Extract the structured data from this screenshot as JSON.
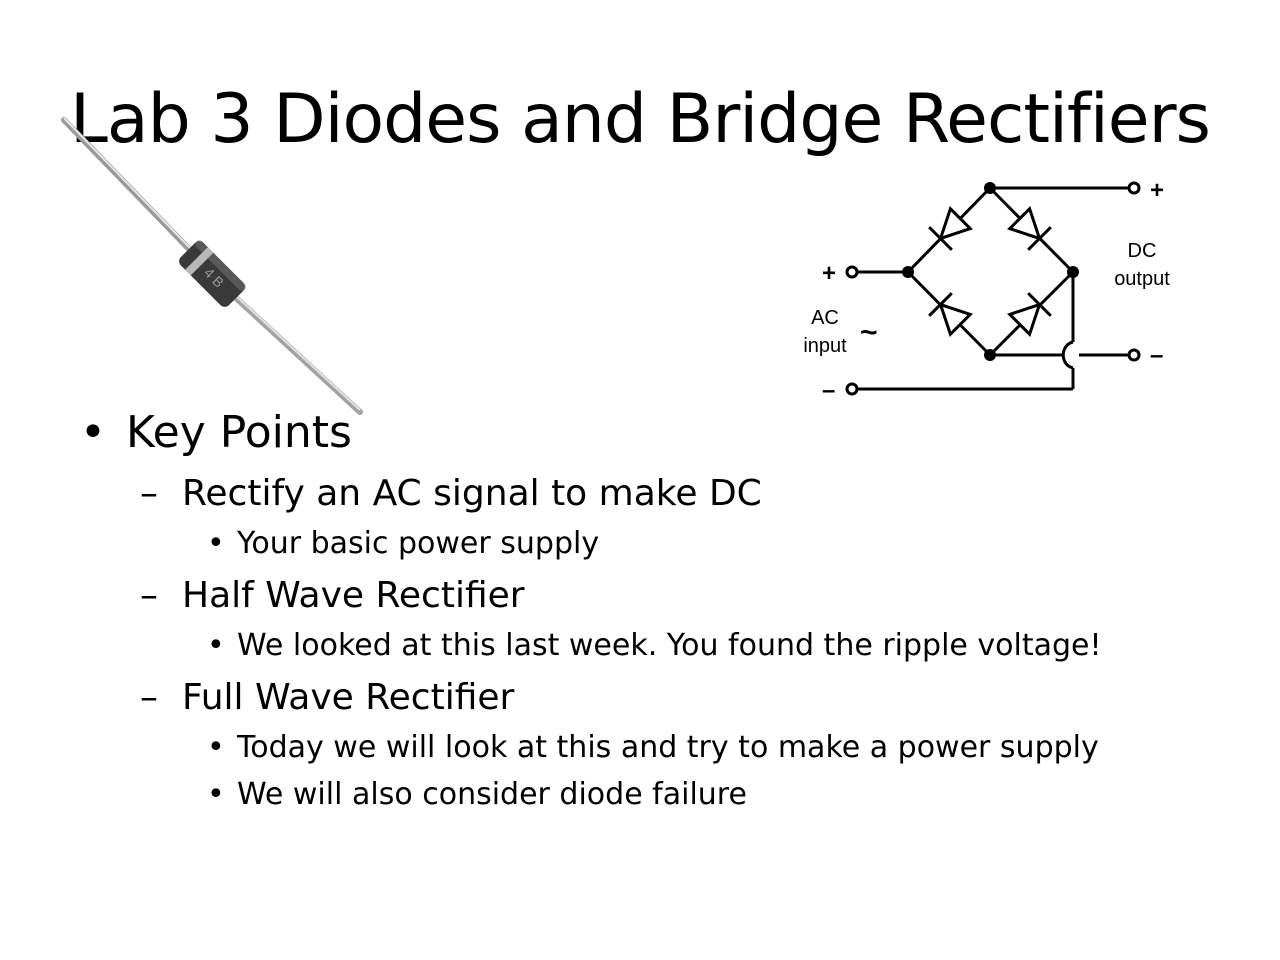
{
  "slide": {
    "title": "Lab 3 Diodes and Bridge Rectifiers",
    "bullets": [
      {
        "level": 1,
        "marker": "•",
        "text": "Key Points"
      },
      {
        "level": 2,
        "marker": "–",
        "text": "Rectify an AC signal to make DC"
      },
      {
        "level": 3,
        "marker": "•",
        "text": "Your basic power supply"
      },
      {
        "level": 2,
        "marker": "–",
        "text": "Half Wave Rectifier"
      },
      {
        "level": 3,
        "marker": "•",
        "text": "We looked at this last week. You found the ripple voltage!"
      },
      {
        "level": 2,
        "marker": "–",
        "text": "Full Wave Rectifier"
      },
      {
        "level": 3,
        "marker": "•",
        "text": "Today we will look at this and try to make a power supply"
      },
      {
        "level": 3,
        "marker": "•",
        "text": "We will also consider diode failure"
      }
    ]
  },
  "diagram": {
    "plus": "+",
    "minus": "–",
    "ac_label_line1": "AC",
    "ac_label_line2": "input",
    "tilde": "~",
    "dc_label_line1": "DC",
    "dc_label_line2": "output"
  }
}
